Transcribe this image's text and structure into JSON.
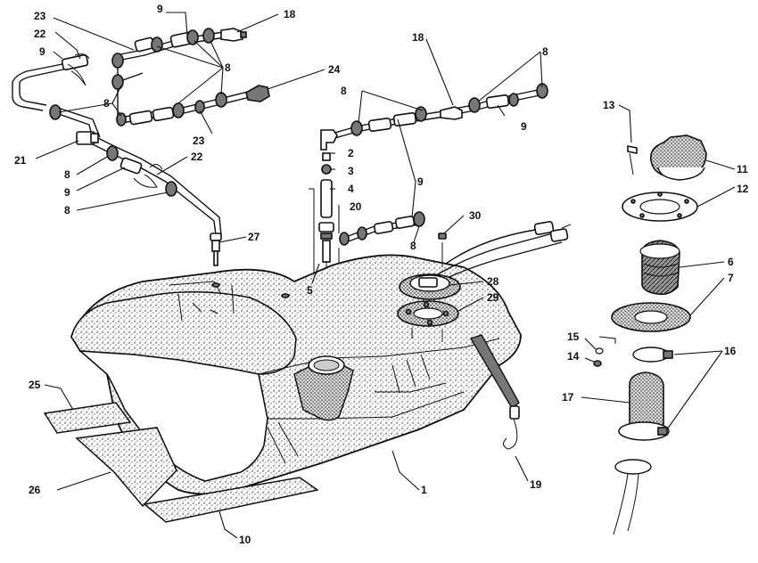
{
  "diagram": {
    "callouts": [
      {
        "id": "c23a",
        "label": "23"
      },
      {
        "id": "c22a",
        "label": "22"
      },
      {
        "id": "c9a",
        "label": "9"
      },
      {
        "id": "c9b",
        "label": "9"
      },
      {
        "id": "c18a",
        "label": "18"
      },
      {
        "id": "c8a",
        "label": "8"
      },
      {
        "id": "c8b",
        "label": "8"
      },
      {
        "id": "c24",
        "label": "24"
      },
      {
        "id": "c23b",
        "label": "23"
      },
      {
        "id": "c21",
        "label": "21"
      },
      {
        "id": "c8c",
        "label": "8"
      },
      {
        "id": "c22b",
        "label": "22"
      },
      {
        "id": "c9c",
        "label": "9"
      },
      {
        "id": "c8d",
        "label": "8"
      },
      {
        "id": "c18b",
        "label": "18"
      },
      {
        "id": "c8e",
        "label": "8"
      },
      {
        "id": "c8f",
        "label": "8"
      },
      {
        "id": "c9d",
        "label": "9"
      },
      {
        "id": "c2",
        "label": "2"
      },
      {
        "id": "c3",
        "label": "3"
      },
      {
        "id": "c4",
        "label": "4"
      },
      {
        "id": "c9e",
        "label": "9"
      },
      {
        "id": "c20",
        "label": "20"
      },
      {
        "id": "c8g",
        "label": "8"
      },
      {
        "id": "c30",
        "label": "30"
      },
      {
        "id": "c27",
        "label": "27"
      },
      {
        "id": "c5",
        "label": "5"
      },
      {
        "id": "c28",
        "label": "28"
      },
      {
        "id": "c29",
        "label": "29"
      },
      {
        "id": "c13",
        "label": "13"
      },
      {
        "id": "c11",
        "label": "11"
      },
      {
        "id": "c12",
        "label": "12"
      },
      {
        "id": "c6",
        "label": "6"
      },
      {
        "id": "c7",
        "label": "7"
      },
      {
        "id": "c15",
        "label": "15"
      },
      {
        "id": "c14",
        "label": "14"
      },
      {
        "id": "c16",
        "label": "16"
      },
      {
        "id": "c17",
        "label": "17"
      },
      {
        "id": "c25",
        "label": "25"
      },
      {
        "id": "c26",
        "label": "26"
      },
      {
        "id": "c1",
        "label": "1"
      },
      {
        "id": "c19",
        "label": "19"
      },
      {
        "id": "c10",
        "label": "10"
      }
    ]
  }
}
